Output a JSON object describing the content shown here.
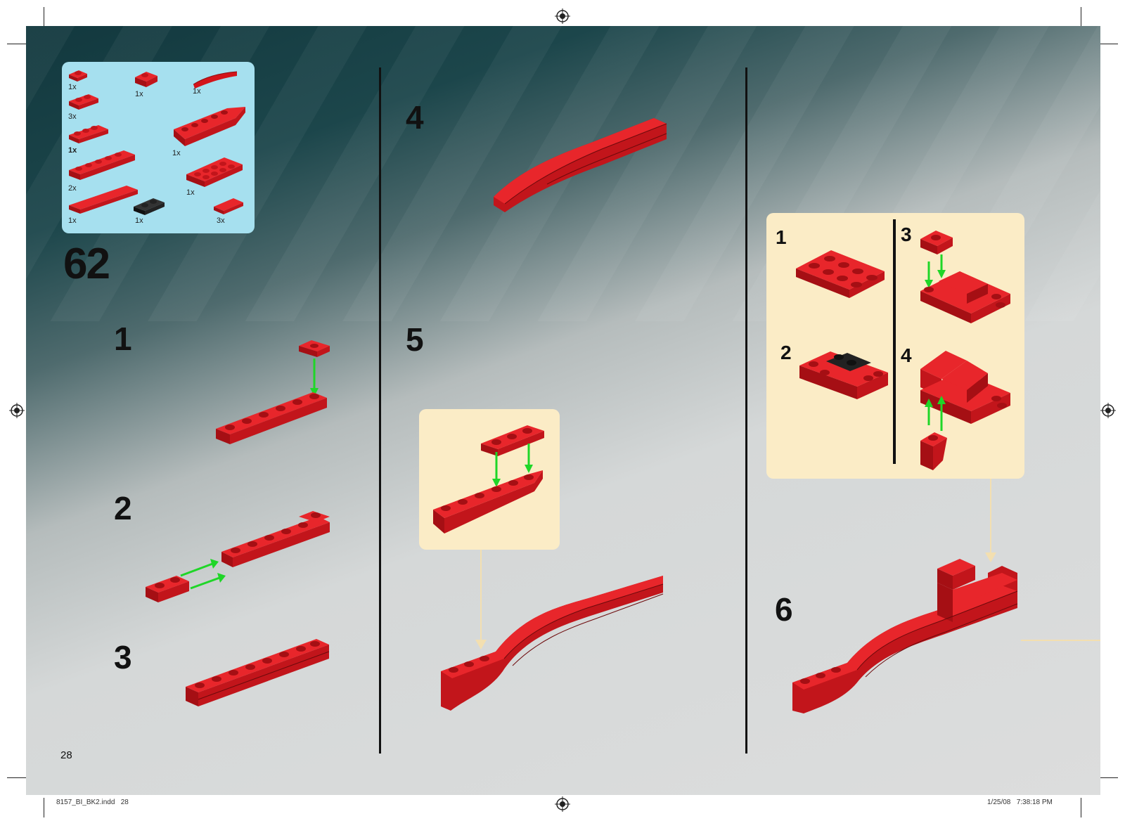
{
  "page_number": "28",
  "step_number": "62",
  "parts_list": [
    {
      "qty": "1x",
      "desc": "red plate 1x1"
    },
    {
      "qty": "1x",
      "desc": "red slope"
    },
    {
      "qty": "1x",
      "desc": "red curved slope"
    },
    {
      "qty": "3x",
      "desc": "red plate 1x2"
    },
    {
      "qty": "1x",
      "desc": "red plate 1x4"
    },
    {
      "qty": "1x",
      "desc": "red wedge plate"
    },
    {
      "qty": "2x",
      "desc": "red plate 1x6"
    },
    {
      "qty": "1x",
      "desc": "red plate 2x4"
    },
    {
      "qty": "1x",
      "desc": "red tile 1x6"
    },
    {
      "qty": "1x",
      "desc": "black plate"
    },
    {
      "qty": "3x",
      "desc": "red tile 1x2"
    }
  ],
  "substeps": [
    "1",
    "2",
    "3",
    "4",
    "5",
    "6"
  ],
  "sub_assembly_steps": [
    "1",
    "2",
    "3",
    "4"
  ],
  "footer": {
    "file": "8157_BI_BK2.indd   28",
    "timestamp": "1/25/08   7:38:18 PM"
  },
  "colors": {
    "brick_red": "#d3141a",
    "brick_dark": "#8d0d10",
    "arrow_green": "#1fd628",
    "callout_bg": "#fbecc6",
    "parts_bg": "#a6e0ef"
  }
}
